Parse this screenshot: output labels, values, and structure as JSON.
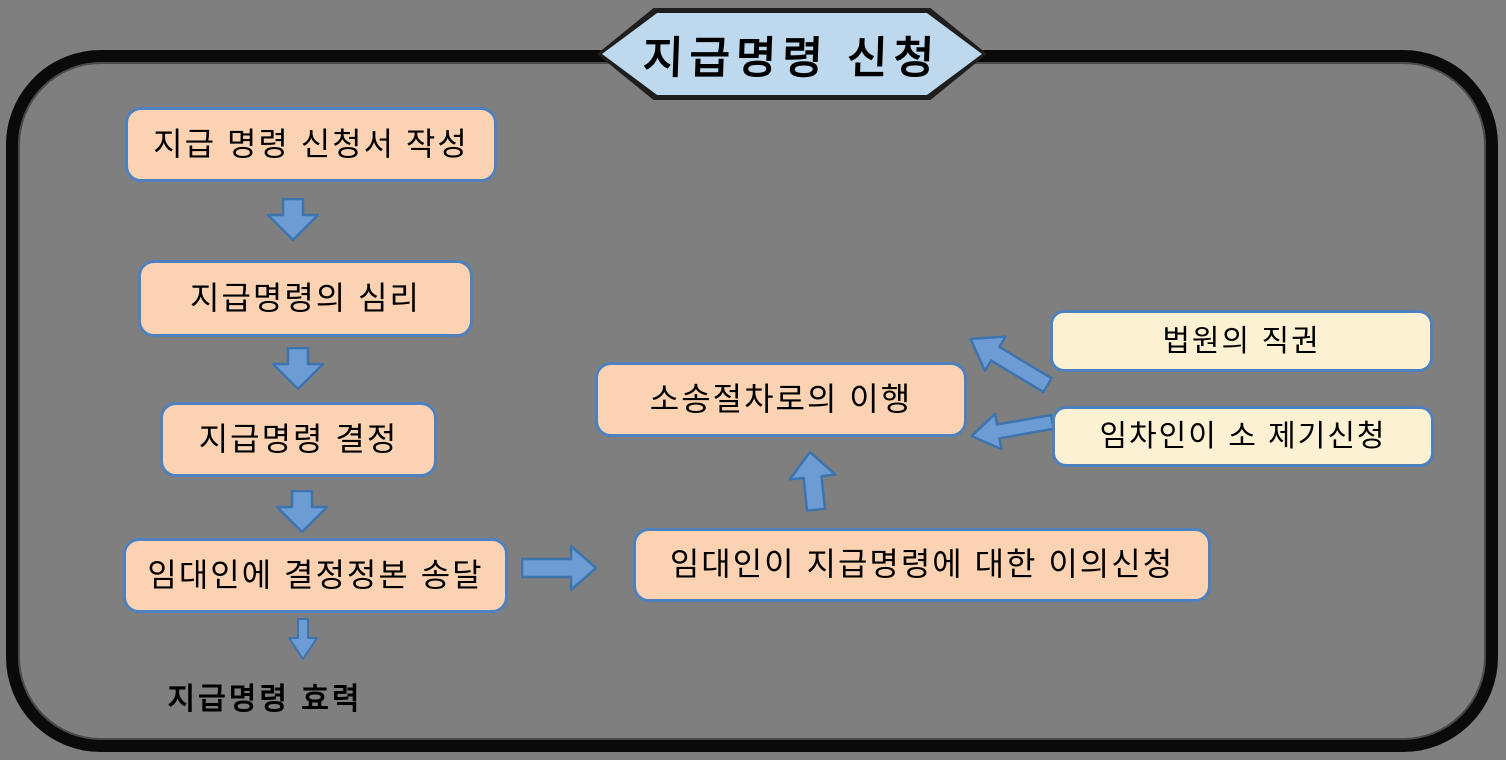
{
  "title": {
    "label": "지급명령 신청"
  },
  "left_flow": {
    "steps": [
      {
        "label": "지급 명령 신청서 작성"
      },
      {
        "label": "지급명령의 심리"
      },
      {
        "label": "지급명령 결정"
      },
      {
        "label": "임대인에 결정정본 송달"
      }
    ],
    "result_label": "지급명령 효력"
  },
  "right_flow": {
    "transfer_label": "소송절차로의 이행",
    "objection_label": "임대인이 지급명령에 대한 이의신청",
    "sources": [
      {
        "label": "법원의 직권"
      },
      {
        "label": "임차인이 소 제기신청"
      }
    ]
  },
  "colors": {
    "background": "#7F7F7F",
    "frame_border": "#0A0A0A",
    "process_fill": "#FBD3B2",
    "box_border": "#4E81BD",
    "source_fill": "#FCF2D3",
    "arrow_fill": "#6C9CD3",
    "arrow_border": "#3E74AE",
    "title_fill": "#BED8EE",
    "title_border": "#1E1E1E",
    "text": "#000000"
  }
}
